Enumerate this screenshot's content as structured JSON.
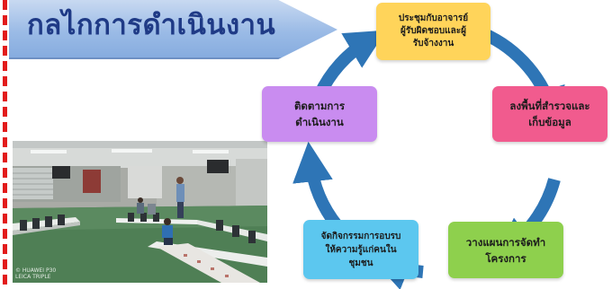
{
  "title": "กลไกการดำเนินงาน",
  "cycle_steps": [
    {
      "label": "ประชุมกับอาจารย์\nผู้รับผิดชอบและผู้\nรับจ้างงาน",
      "color": "#ffd45a"
    },
    {
      "label": "ลงพื้นที่สำรวจและ\nเก็บข้อมูล",
      "color": "#f15b8e"
    },
    {
      "label": "วางแผนการจัดทำ\nโครงการ",
      "color": "#8ed04d"
    },
    {
      "label": "จัดกิจกรรมการอบรบ\nให้ความรู้แก่คนใน\nชุมชน",
      "color": "#5cc7ef"
    },
    {
      "label": "ติดตามการ\nดำเนินงาน",
      "color": "#c98cf0"
    }
  ],
  "cycle_arrow_color": "#2e75b6",
  "photo": {
    "watermark": "© HUAWEI P30\nLEICA TRIPLE"
  }
}
